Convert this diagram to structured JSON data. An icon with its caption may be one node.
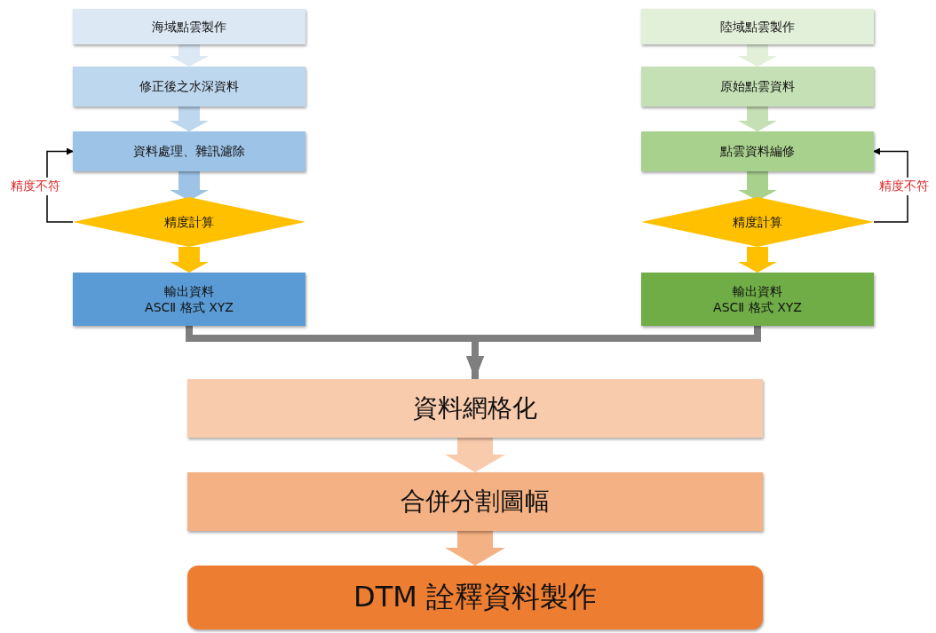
{
  "diagram": {
    "nodes": [
      {
        "text": [
          "海域點雲製作"
        ]
      },
      {
        "text": [
          "修正後之水深資料"
        ]
      },
      {
        "text": [
          "資料處理、雜訊濾除"
        ]
      },
      {
        "text": [
          "精度計算"
        ]
      },
      {
        "text": [
          "輸出資料",
          "ASCⅡ 格式 XYZ"
        ]
      },
      {
        "text": [
          "陸域點雲製作"
        ]
      },
      {
        "text": [
          "原始點雲資料"
        ]
      },
      {
        "text": [
          "點雲資料編修"
        ]
      },
      {
        "text": [
          "精度計算"
        ]
      },
      {
        "text": [
          "輸出資料",
          "ASCⅡ 格式 XYZ"
        ]
      },
      {
        "text": [
          "資料網格化"
        ]
      },
      {
        "text": [
          "合併分割圖幅"
        ]
      },
      {
        "text": [
          "DTM 詮釋資料製作"
        ]
      }
    ],
    "edges": [
      {
        "from": 0,
        "to": 1,
        "arrow": "to"
      },
      {
        "from": 1,
        "to": 2,
        "arrow": "to"
      },
      {
        "from": 2,
        "to": 3,
        "arrow": "to"
      },
      {
        "from": 3,
        "to": 4,
        "arrow": "to"
      },
      {
        "from": 3,
        "to": 2,
        "arrow": "to",
        "label": "精度不符"
      },
      {
        "from": 5,
        "to": 6,
        "arrow": "to"
      },
      {
        "from": 6,
        "to": 7,
        "arrow": "to"
      },
      {
        "from": 7,
        "to": 8,
        "arrow": "to"
      },
      {
        "from": 8,
        "to": 9,
        "arrow": "to"
      },
      {
        "from": 8,
        "to": 7,
        "arrow": "to",
        "label": "精度不符"
      },
      {
        "from": 4,
        "to": 10,
        "arrow": "to",
        "style": "thick",
        "color": "#7f7f7f"
      },
      {
        "from": 9,
        "to": 10,
        "arrow": "to",
        "style": "thick",
        "color": "#7f7f7f"
      },
      {
        "from": 10,
        "to": 11,
        "arrow": "to"
      },
      {
        "from": 11,
        "to": 12,
        "arrow": "to"
      }
    ]
  }
}
